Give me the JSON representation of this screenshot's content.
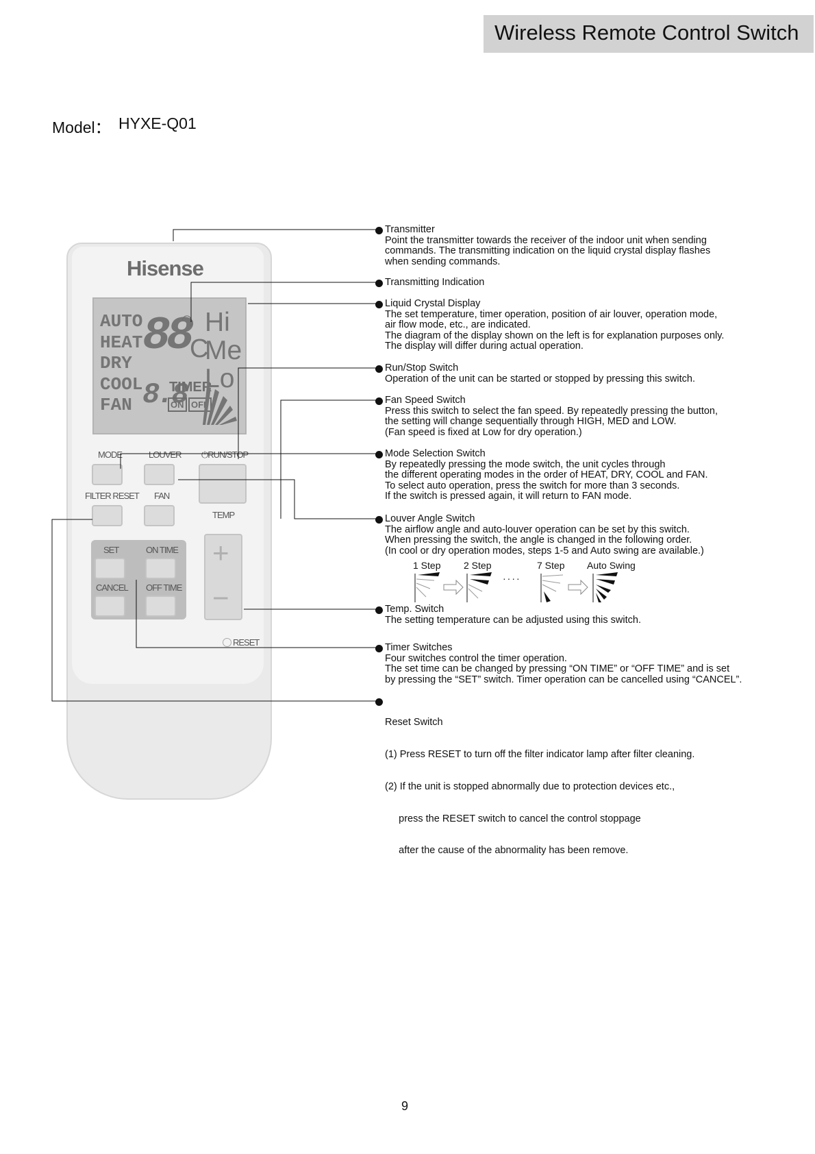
{
  "header": {
    "title": "Wireless Remote Control Switch"
  },
  "model": {
    "label": "Model：",
    "value": "HYXE-Q01"
  },
  "remote": {
    "brand": "Hisense",
    "lcd": {
      "modes": [
        "AUTO",
        "HEAT",
        "DRY",
        "COOL",
        "FAN"
      ],
      "temp_digits": "88",
      "degree_symbol": "°",
      "unit": "C",
      "timer_digits": "8.8",
      "timer_label": "TIMER",
      "on_label": "ON",
      "off_label": "OFF",
      "fan_speeds": [
        "Hi",
        "Me",
        "Lo"
      ]
    },
    "buttons": {
      "mode": "MODE",
      "louver": "LOUVER",
      "run_stop": "RUN/STOP",
      "filter_reset": "FILTER RESET",
      "fan": "FAN",
      "temp": "TEMP",
      "set": "SET",
      "on_time": "ON TIME",
      "cancel": "CANCEL",
      "off_time": "OFF TIME",
      "reset": "RESET",
      "plus": "+",
      "minus": "−"
    }
  },
  "annotations": [
    {
      "title": "Transmitter",
      "body": [
        "Point the transmitter towards the receiver of the indoor unit when sending",
        "commands.  The transmitting indication on the liquid crystal display flashes",
        "when sending commands."
      ]
    },
    {
      "title": "Transmitting Indication",
      "body": []
    },
    {
      "title": "Liquid Crystal Display",
      "body": [
        "The set temperature, timer operation, position of air louver, operation mode,",
        "air flow mode, etc., are indicated.",
        "The diagram of the display shown on the left is for explanation purposes only.",
        "The display will differ during actual operation."
      ]
    },
    {
      "title": "Run/Stop Switch",
      "body": [
        "Operation of the unit can be started or stopped by pressing this switch."
      ]
    },
    {
      "title": "Fan Speed Switch",
      "body": [
        "Press this switch to select the fan speed. By repeatedly pressing the button,",
        "the setting will change sequentially through HIGH, MED and LOW.",
        "(Fan speed is fixed at Low for dry operation.)"
      ]
    },
    {
      "title": "Mode Selection Switch",
      "body": [
        "By repeatedly pressing the mode switch, the unit cycles through",
        "the different operating modes in the order of HEAT, DRY, COOL and FAN.",
        "To select auto operation, press the switch for more than 3 seconds.",
        "If the switch is pressed again, it will return to FAN mode."
      ]
    },
    {
      "title": "Louver Angle Switch",
      "body": [
        "The airflow angle and auto-louver operation can be set by this switch.",
        "When pressing the switch, the angle is changed in the following order.",
        "(In cool or dry operation modes, steps 1-5 and Auto swing are available.)"
      ]
    },
    {
      "title": "Temp. Switch",
      "body": [
        "The setting temperature can be adjusted using this switch."
      ]
    },
    {
      "title": "Timer Switches",
      "body": [
        "Four switches control the timer operation.",
        "The set time can be changed by pressing “ON TIME” or “OFF TIME”  and is set",
        "by pressing the “SET” switch.  Timer operation can be cancelled using “CANCEL”."
      ]
    },
    {
      "title": "Reset Switch",
      "body": [
        "(1) Press RESET to turn off the filter indicator lamp after filter cleaning.",
        "(2) If the unit is stopped abnormally due to protection devices etc.,",
        "     press the RESET switch to cancel the control stoppage",
        "     after the cause of the abnormality has been remove."
      ]
    }
  ],
  "louver_steps": {
    "labels": [
      "1 Step",
      "2 Step",
      "7 Step",
      "Auto Swing"
    ],
    "ellipsis": "····"
  },
  "page_number": "9"
}
